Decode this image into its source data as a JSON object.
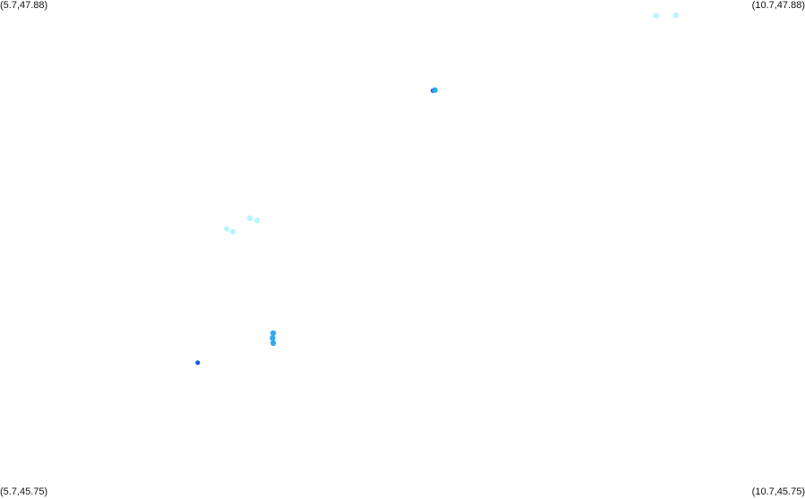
{
  "corners": {
    "top_left": "(5.7,47.88)",
    "top_right": "(10.7,47.88)",
    "bottom_left": "(5.7,45.75)",
    "bottom_right": "(10.7,45.75)"
  },
  "bounds": {
    "lon_min": 5.7,
    "lon_max": 10.7,
    "lat_min": 45.75,
    "lat_max": 47.88
  },
  "colors": {
    "background": "#ffffff",
    "label_text": "#111111",
    "pale_cyan": "#b8f4ff",
    "sky_blue": "#33aaee",
    "royal_blue": "#2255dd"
  },
  "markers": [
    {
      "name": "marker-northeast-1",
      "lon": 9.775,
      "lat": 47.812,
      "color": "pale_cyan"
    },
    {
      "name": "marker-northeast-2",
      "lon": 9.897,
      "lat": 47.814,
      "color": "pale_cyan"
    },
    {
      "name": "marker-central-north",
      "lon": 8.389,
      "lat": 47.49,
      "color": "royal_blue"
    },
    {
      "name": "marker-central-north-2",
      "lon": 8.401,
      "lat": 47.492,
      "color": "sky_blue"
    },
    {
      "name": "marker-west-1",
      "lon": 7.253,
      "lat": 46.94,
      "color": "pale_cyan"
    },
    {
      "name": "marker-west-2",
      "lon": 7.297,
      "lat": 46.93,
      "color": "pale_cyan"
    },
    {
      "name": "marker-west-3",
      "lon": 7.108,
      "lat": 46.894,
      "color": "pale_cyan"
    },
    {
      "name": "marker-west-4",
      "lon": 7.147,
      "lat": 46.882,
      "color": "pale_cyan"
    },
    {
      "name": "marker-south-1",
      "lon": 7.397,
      "lat": 46.445,
      "color": "sky_blue"
    },
    {
      "name": "marker-south-2",
      "lon": 7.393,
      "lat": 46.424,
      "color": "sky_blue"
    },
    {
      "name": "marker-south-3",
      "lon": 7.397,
      "lat": 46.402,
      "color": "sky_blue"
    },
    {
      "name": "marker-southwest",
      "lon": 6.928,
      "lat": 46.318,
      "color": "royal_blue"
    }
  ]
}
